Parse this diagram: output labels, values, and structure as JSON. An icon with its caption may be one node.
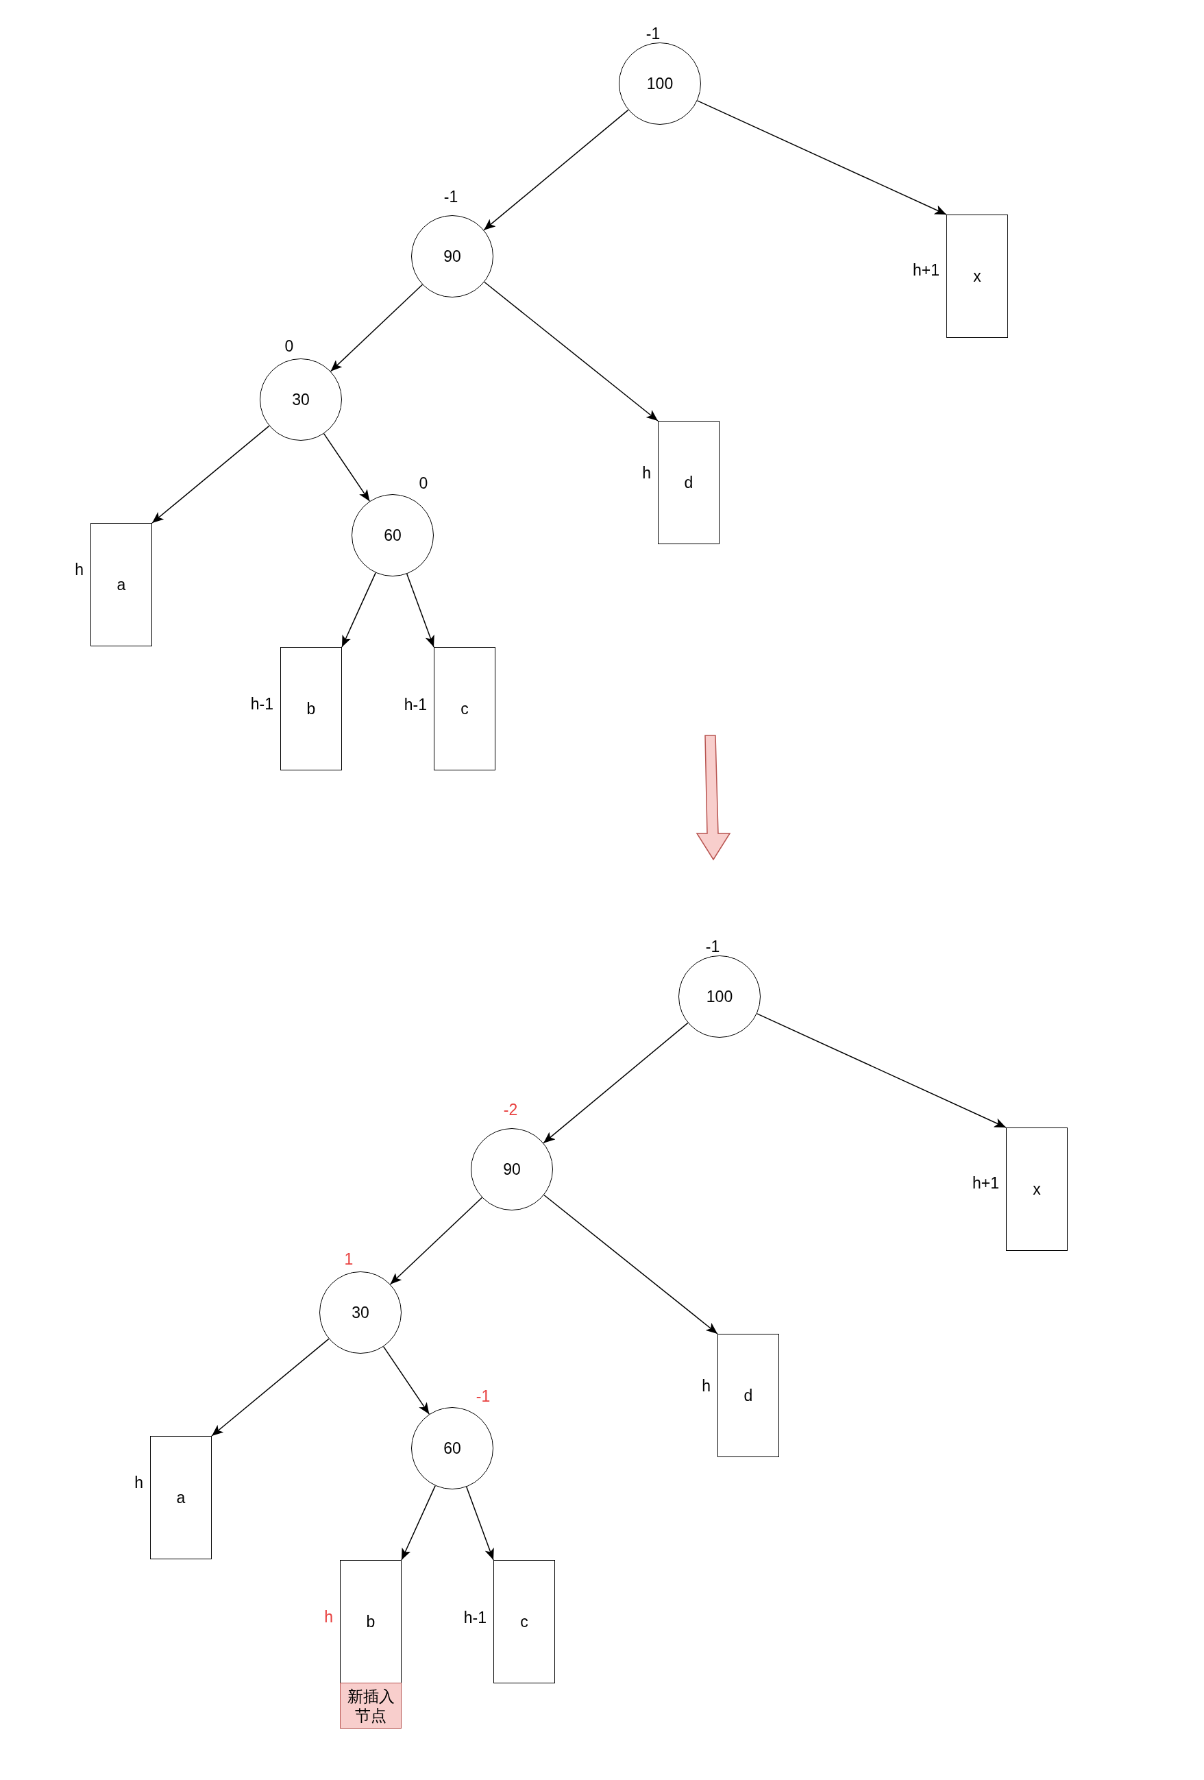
{
  "diagram": {
    "nodes": [
      {
        "text": [
          "100"
        ],
        "beside": [
          "-1"
        ]
      },
      {
        "text": [
          "90"
        ],
        "beside": [
          "-1"
        ]
      },
      {
        "text": [
          "x"
        ],
        "beside": [
          "h+1"
        ]
      },
      {
        "text": [
          "30"
        ],
        "beside": [
          "0"
        ]
      },
      {
        "text": [
          "d"
        ],
        "beside": [
          "h"
        ]
      },
      {
        "text": [
          "60"
        ],
        "beside": [
          "0"
        ]
      },
      {
        "text": [
          "a"
        ],
        "beside": [
          "h"
        ]
      },
      {
        "text": [
          "b"
        ],
        "beside": [
          "h-1"
        ]
      },
      {
        "text": [
          "c"
        ],
        "beside": [
          "h-1"
        ]
      },
      {
        "text": [
          "100"
        ],
        "beside": [
          "-1"
        ]
      },
      {
        "text": [
          "90"
        ],
        "beside": [
          "-2"
        ]
      },
      {
        "text": [
          "x"
        ],
        "beside": [
          "h+1"
        ]
      },
      {
        "text": [
          "30"
        ],
        "beside": [
          "1"
        ]
      },
      {
        "text": [
          "d"
        ],
        "beside": [
          "h"
        ]
      },
      {
        "text": [
          "60"
        ],
        "beside": [
          "-1"
        ]
      },
      {
        "text": [
          "a"
        ],
        "beside": [
          "h"
        ]
      },
      {
        "text": [
          "b"
        ],
        "beside": [
          "h"
        ]
      },
      {
        "text": [
          "c"
        ],
        "beside": [
          "h-1"
        ]
      },
      {
        "text": [
          "新插入节点"
        ]
      }
    ],
    "edges": [
      {
        "from": 0,
        "to": 1,
        "arrow": "to"
      },
      {
        "from": 0,
        "to": 2,
        "arrow": "to"
      },
      {
        "from": 1,
        "to": 3,
        "arrow": "to"
      },
      {
        "from": 1,
        "to": 4,
        "arrow": "to"
      },
      {
        "from": 3,
        "to": 6,
        "arrow": "to"
      },
      {
        "from": 3,
        "to": 5,
        "arrow": "to"
      },
      {
        "from": 5,
        "to": 7,
        "arrow": "to"
      },
      {
        "from": 5,
        "to": 8,
        "arrow": "to"
      },
      {
        "from": 9,
        "to": 10,
        "arrow": "to"
      },
      {
        "from": 9,
        "to": 11,
        "arrow": "to"
      },
      {
        "from": 10,
        "to": 12,
        "arrow": "to"
      },
      {
        "from": 10,
        "to": 13,
        "arrow": "to"
      },
      {
        "from": 12,
        "to": 15,
        "arrow": "to"
      },
      {
        "from": 12,
        "to": 14,
        "arrow": "to"
      },
      {
        "from": 14,
        "to": 16,
        "arrow": "to"
      },
      {
        "from": 14,
        "to": 17,
        "arrow": "to"
      }
    ]
  }
}
